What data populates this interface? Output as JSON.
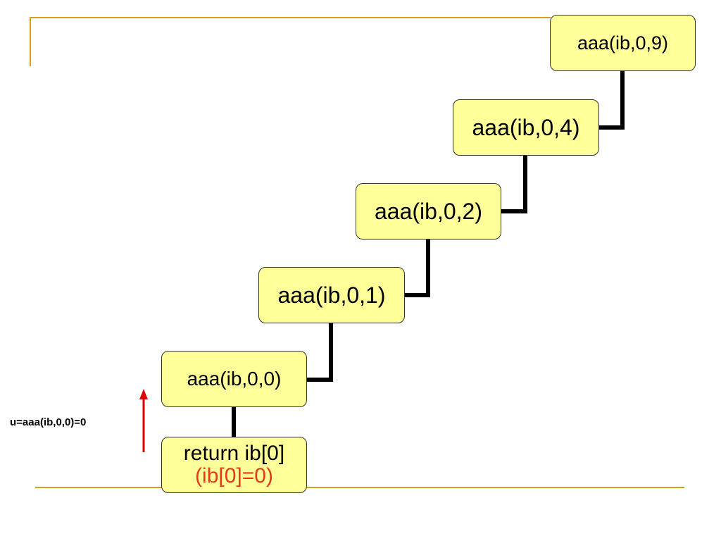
{
  "calls": [
    {
      "label": "aaa(ib,0,9)"
    },
    {
      "label": "aaa(ib,0,4)"
    },
    {
      "label": "aaa(ib,0,2)"
    },
    {
      "label": "aaa(ib,0,1)"
    },
    {
      "label": "aaa(ib,0,0)"
    }
  ],
  "base_case": {
    "line1": "return ib[0]",
    "line2": "(ib[0]=0)"
  },
  "result_label": "u=aaa(ib,0,0)=0",
  "colors": {
    "box_fill": "#ffff99",
    "accent_rule": "#d4a017",
    "highlight_text": "#e8381a",
    "arrow": "#e00000"
  }
}
